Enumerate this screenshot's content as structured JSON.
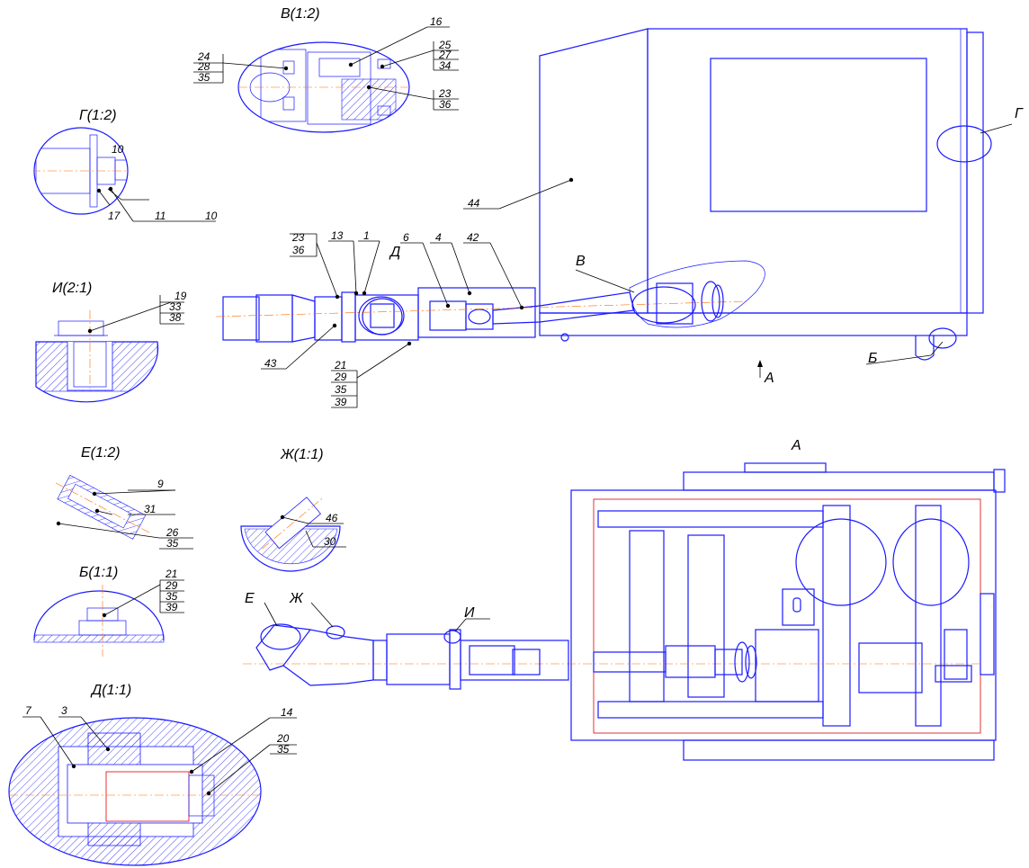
{
  "views": {
    "v_b12": "В(1:2)",
    "g12": "Г(1:2)",
    "i21": "И(2:1)",
    "e12": "Е(1:2)",
    "zh11": "Ж(1:1)",
    "b11": "Б(1:1)",
    "d11": "Д(1:1)",
    "a": "А"
  },
  "markers": {
    "g": "Г",
    "b": "Б",
    "v": "В",
    "d": "Д",
    "a": "А",
    "e": "Е",
    "zh": "Ж",
    "i": "И"
  },
  "callouts": {
    "n1": "1",
    "n3": "3",
    "n4": "4",
    "n6": "6",
    "n7": "7",
    "n9": "9",
    "n10": "10",
    "n11": "11",
    "n13": "13",
    "n14": "14",
    "n16": "16",
    "n17": "17",
    "n19": "19",
    "n20": "20",
    "n21": "21",
    "n23": "23",
    "n24": "24",
    "n25": "25",
    "n26": "26",
    "n27": "27",
    "n28": "28",
    "n29": "29",
    "n30": "30",
    "n31": "31",
    "n33": "33",
    "n34": "34",
    "n35": "35",
    "n36": "36",
    "n38": "38",
    "n39": "39",
    "n42": "42",
    "n43": "43",
    "n44": "44",
    "n46": "46"
  },
  "colors": {
    "outline": "#1a1aff",
    "axis": "#ff6a00",
    "frame_red": "#e00000",
    "leader": "#000000"
  }
}
